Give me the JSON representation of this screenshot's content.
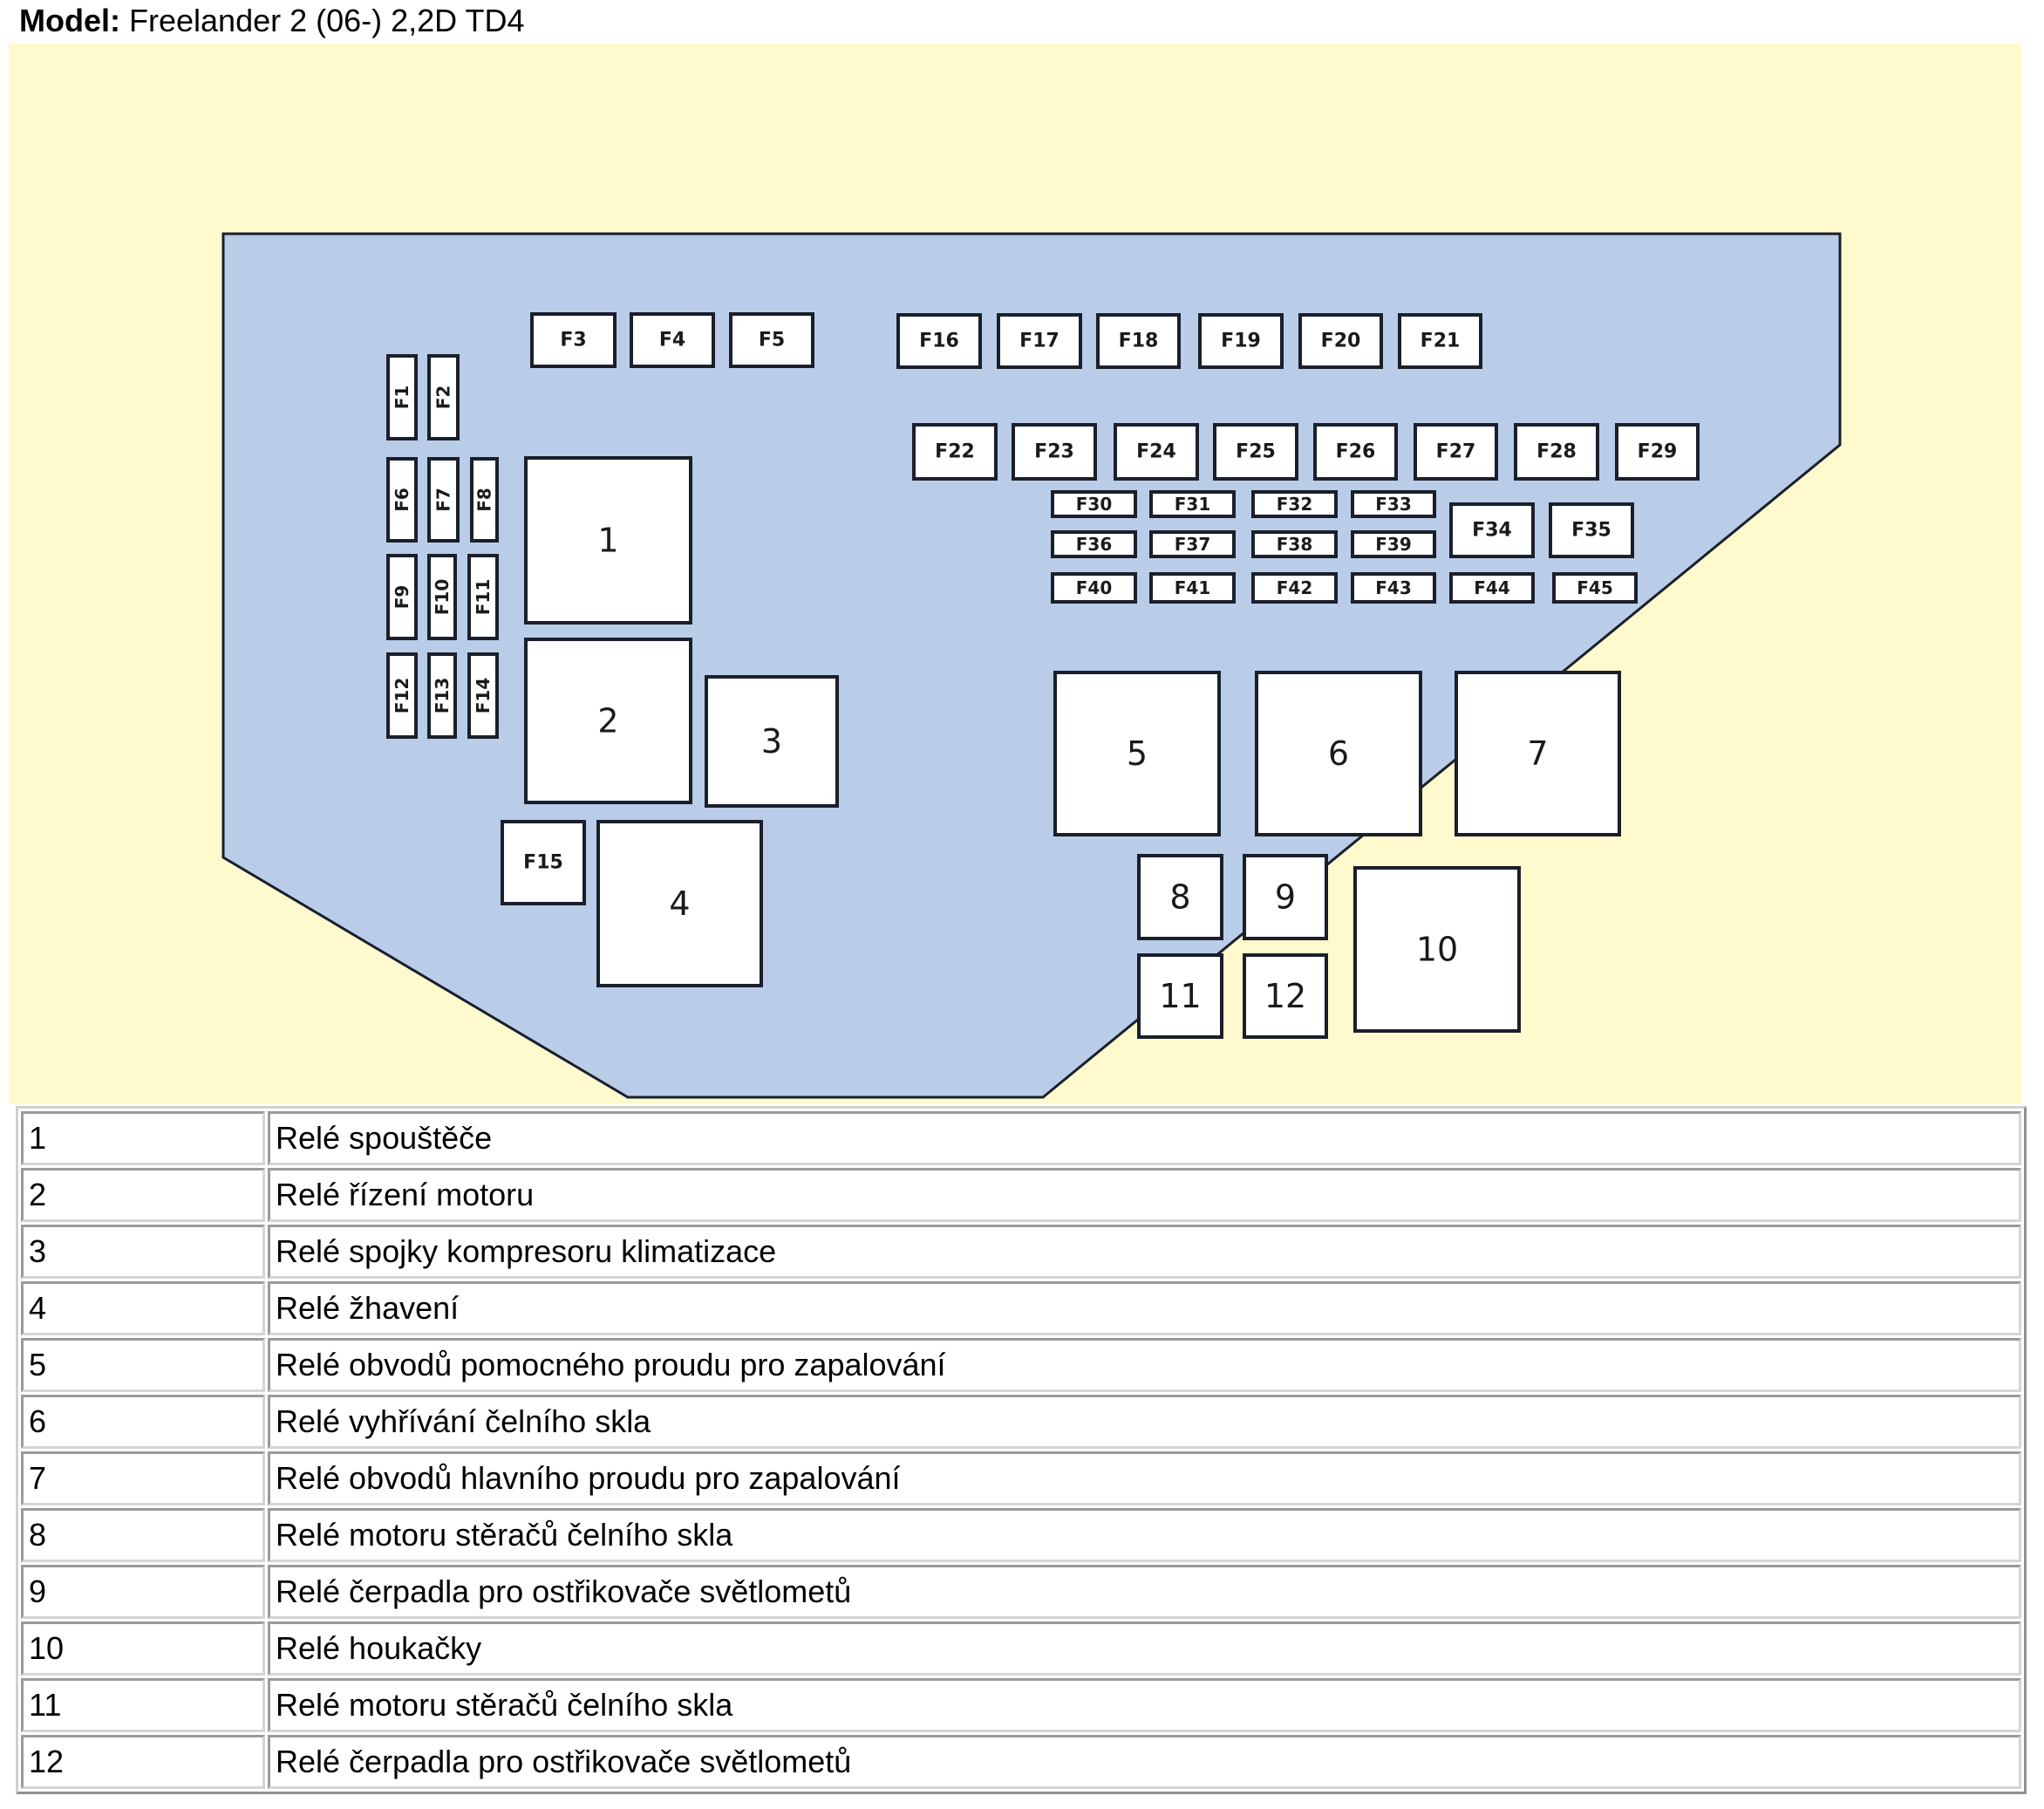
{
  "header": {
    "label": "Model:",
    "value": "Freelander 2 (06-) 2,2D TD4"
  },
  "colors": {
    "background": "#fffacd",
    "box_fill": "#b9cde8",
    "component_fill": "#ffffff",
    "outline": "#1a1f2b"
  },
  "diagram": {
    "fuses": [
      {
        "id": "F1",
        "vertical": true
      },
      {
        "id": "F2",
        "vertical": true
      },
      {
        "id": "F3"
      },
      {
        "id": "F4"
      },
      {
        "id": "F5"
      },
      {
        "id": "F6",
        "vertical": true
      },
      {
        "id": "F7",
        "vertical": true
      },
      {
        "id": "F8",
        "vertical": true
      },
      {
        "id": "F9",
        "vertical": true
      },
      {
        "id": "F10",
        "vertical": true
      },
      {
        "id": "F11",
        "vertical": true
      },
      {
        "id": "F12",
        "vertical": true
      },
      {
        "id": "F13",
        "vertical": true
      },
      {
        "id": "F14",
        "vertical": true
      },
      {
        "id": "F15"
      },
      {
        "id": "F16"
      },
      {
        "id": "F17"
      },
      {
        "id": "F18"
      },
      {
        "id": "F19"
      },
      {
        "id": "F20"
      },
      {
        "id": "F21"
      },
      {
        "id": "F22"
      },
      {
        "id": "F23"
      },
      {
        "id": "F24"
      },
      {
        "id": "F25"
      },
      {
        "id": "F26"
      },
      {
        "id": "F27"
      },
      {
        "id": "F28"
      },
      {
        "id": "F29"
      },
      {
        "id": "F30"
      },
      {
        "id": "F31"
      },
      {
        "id": "F32"
      },
      {
        "id": "F33"
      },
      {
        "id": "F34"
      },
      {
        "id": "F35"
      },
      {
        "id": "F36"
      },
      {
        "id": "F37"
      },
      {
        "id": "F38"
      },
      {
        "id": "F39"
      },
      {
        "id": "F40"
      },
      {
        "id": "F41"
      },
      {
        "id": "F42"
      },
      {
        "id": "F43"
      },
      {
        "id": "F44"
      },
      {
        "id": "F45"
      }
    ],
    "relays": [
      "1",
      "2",
      "3",
      "4",
      "5",
      "6",
      "7",
      "8",
      "9",
      "10",
      "11",
      "12"
    ]
  },
  "legend": [
    {
      "num": "1",
      "desc": "Relé spouštěče"
    },
    {
      "num": "2",
      "desc": "Relé řízení motoru"
    },
    {
      "num": "3",
      "desc": "Relé spojky kompresoru klimatizace"
    },
    {
      "num": "4",
      "desc": "Relé žhavení"
    },
    {
      "num": "5",
      "desc": "Relé obvodů pomocného proudu pro zapalování"
    },
    {
      "num": "6",
      "desc": "Relé vyhřívání čelního skla"
    },
    {
      "num": "7",
      "desc": "Relé obvodů hlavního proudu pro zapalování"
    },
    {
      "num": "8",
      "desc": "Relé motoru stěračů čelního skla"
    },
    {
      "num": "9",
      "desc": "Relé čerpadla pro ostřikovače světlometů"
    },
    {
      "num": "10",
      "desc": "Relé houkačky"
    },
    {
      "num": "11",
      "desc": "Relé motoru stěračů čelního skla"
    },
    {
      "num": "12",
      "desc": "Relé čerpadla pro ostřikovače světlometů"
    }
  ]
}
